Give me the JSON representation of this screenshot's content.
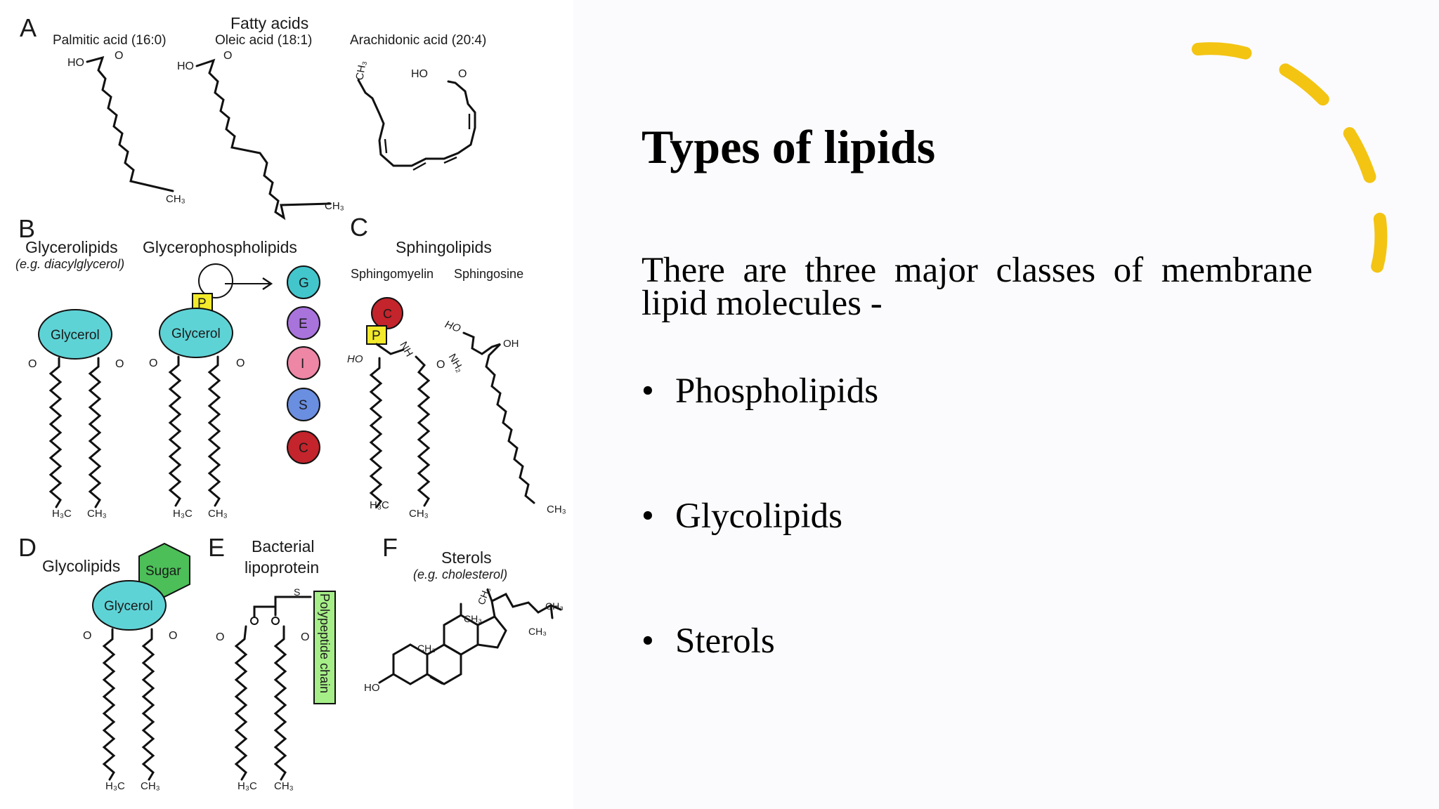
{
  "slide": {
    "title": "Types of lipids",
    "intro": "There are three major classes of membrane lipid molecules -",
    "bullets": [
      "Phospholipids",
      "Glycolipids",
      "Sterols"
    ],
    "bullet_symbol": "•"
  },
  "figure": {
    "panels": {
      "A": {
        "letter": "A",
        "title": "Fatty acids",
        "acids": [
          "Palmitic acid (16:0)",
          "Oleic acid (18:1)",
          "Arachidonic acid (20:4)"
        ]
      },
      "B": {
        "letter": "B",
        "glycerolipids": "Glycerolipids",
        "glycerolipids_example": "(e.g. diacylglycerol)",
        "glycerophospholipids": "Glycerophospholipids",
        "head_groups": [
          "G",
          "E",
          "I",
          "S",
          "C"
        ]
      },
      "C": {
        "letter": "C",
        "title": "Sphingolipids",
        "sphingomyelin": "Sphingomyelin",
        "sphingosine": "Sphingosine"
      },
      "D": {
        "letter": "D",
        "title": "Glycolipids",
        "sugar": "Sugar"
      },
      "E": {
        "letter": "E",
        "title_line1": "Bacterial",
        "title_line2": "lipoprotein",
        "chain_label": "Polypeptide chain"
      },
      "F": {
        "letter": "F",
        "title": "Sterols",
        "example": "(e.g. cholesterol)"
      }
    },
    "labels": {
      "glycerol": "Glycerol",
      "phosphate": "P",
      "choline": "C",
      "ho": "HO",
      "oh": "OH",
      "o": "O",
      "ch3": "CH₃",
      "h3c": "H₃C",
      "nh": "NH",
      "nh2": "NH₂",
      "s": "S"
    },
    "colors": {
      "glycerol": "#5ed3d6",
      "phosphate": "#f2ea2a",
      "sugar": "#4cbf58",
      "polypeptide": "#a6ee88",
      "head_G": "#42c6cc",
      "head_E": "#a874dc",
      "head_I": "#ee86a6",
      "head_S": "#6a8ee0",
      "head_C": "#c4242b"
    }
  },
  "decoration": {
    "accent_color": "#f3c412"
  }
}
